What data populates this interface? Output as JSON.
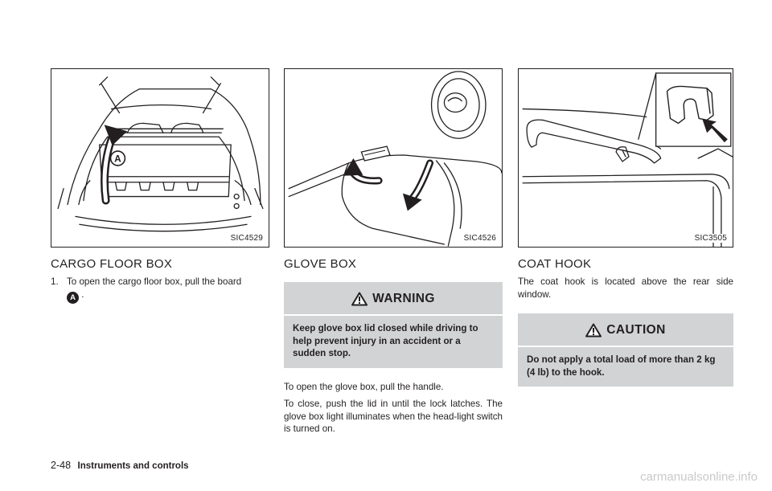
{
  "figures": {
    "cargo": {
      "code": "SIC4529",
      "callout": "A"
    },
    "glove": {
      "code": "SIC4526"
    },
    "coat": {
      "code": "SIC3505"
    }
  },
  "cargo_floor_box": {
    "heading": "CARGO FLOOR BOX",
    "step_number": "1.",
    "step_text": "To open the cargo floor box, pull the board",
    "step_callout": "A",
    "step_end": "."
  },
  "glove_box": {
    "heading": "GLOVE BOX",
    "warning_title": "WARNING",
    "warning_text": "Keep glove box lid closed while driving to help prevent injury in an accident or a sudden stop.",
    "para1": "To open the glove box, pull the handle.",
    "para2": "To close, push the lid in until the lock latches. The glove box light illuminates when the head-light switch is turned on."
  },
  "coat_hook": {
    "heading": "COAT HOOK",
    "para1": "The coat hook is located above the rear side window.",
    "caution_title": "CAUTION",
    "caution_text": "Do not apply a total load of more than 2 kg (4 lb) to the hook."
  },
  "footer": {
    "page_number": "2-48",
    "section": "Instruments and controls"
  },
  "watermark": "carmanualsonline.info"
}
